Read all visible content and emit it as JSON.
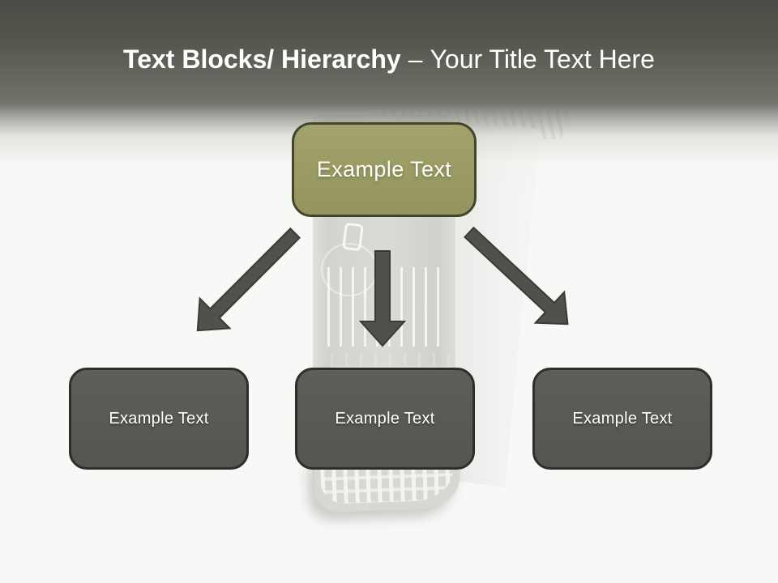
{
  "slide_title": {
    "bold": "Text Blocks/ Hierarchy",
    "separator": "–",
    "regular": "Your Title Text Here"
  },
  "diagram": {
    "root": {
      "label": "Example Text"
    },
    "children": [
      {
        "label": "Example Text"
      },
      {
        "label": "Example Text"
      },
      {
        "label": "Example Text"
      }
    ]
  },
  "watermark": {
    "icon": "computer-tower-icon"
  },
  "colors": {
    "header_top": "#4b4b45",
    "header_mid": "#6c6c65",
    "page_background": "#f8f8f7",
    "root_node_fill": "#9a9b64",
    "root_node_border": "#42472a",
    "child_node_fill": "#5a5a55",
    "child_node_border": "#2d2d2b",
    "arrow_fill": "#51514b",
    "arrow_outline": "#3a3a36",
    "text": "#ffffff"
  }
}
